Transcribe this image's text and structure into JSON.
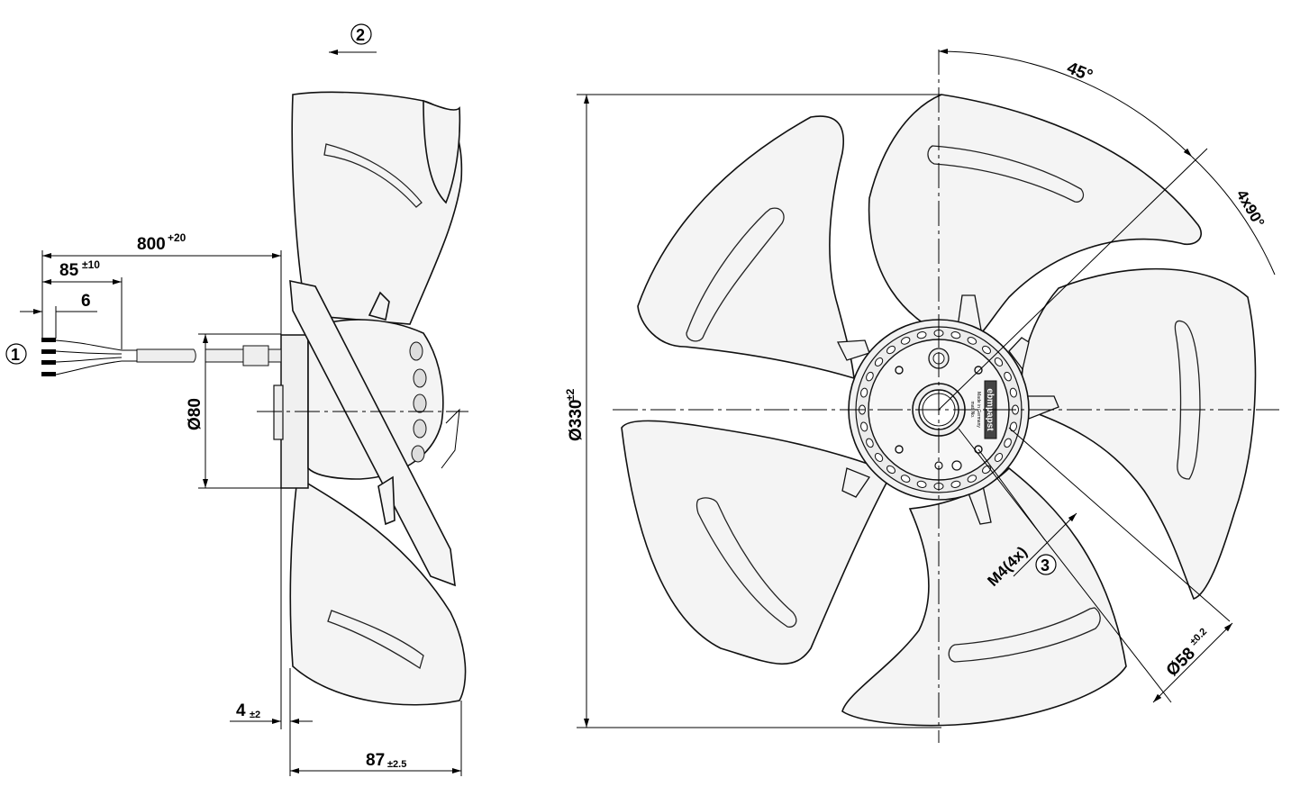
{
  "dimensions": {
    "cable_length": "800",
    "cable_length_tol": "+20",
    "strip_length": "85",
    "strip_length_tol": "±10",
    "wire_end": "6",
    "hub_dia": "Ø80",
    "fan_dia": "Ø330",
    "fan_dia_tol": "±2",
    "angle": "45°",
    "angle_count": "4x90°",
    "thread": "M4(4x)",
    "bore_dia": "Ø58",
    "bore_dia_tol": "±0.2",
    "offset": "4",
    "offset_tol": "±2",
    "depth": "87",
    "depth_tol": "±2.5"
  },
  "callouts": {
    "one": "1",
    "two": "2",
    "three": "3"
  },
  "brand": {
    "logo_text": "ebmpapst",
    "label_line1": "Made in Germany",
    "label_line2": "mat. No."
  }
}
